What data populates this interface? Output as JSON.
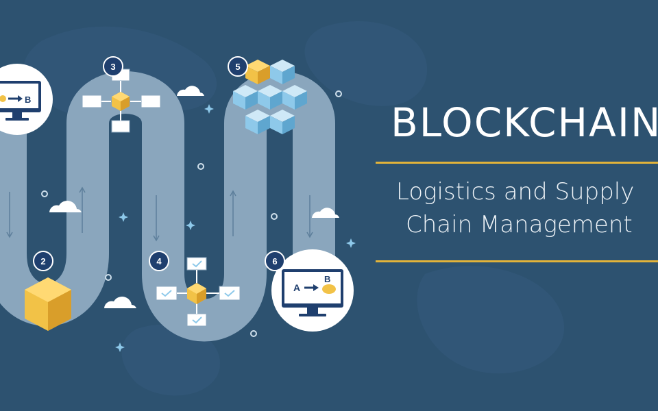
{
  "headline": {
    "title": "BLOCKCHAIN",
    "subtitle_line1": "Logistics and  Supply",
    "subtitle_line2": "Chain Management"
  },
  "steps": [
    {
      "number": "2",
      "kind": "single-block"
    },
    {
      "number": "3",
      "kind": "network-node"
    },
    {
      "number": "4",
      "kind": "network-node-verified"
    },
    {
      "number": "5",
      "kind": "block-cluster"
    },
    {
      "number": "6",
      "kind": "transfer-monitor"
    }
  ],
  "monitor_labels": {
    "from": "A",
    "to": "B"
  },
  "colors": {
    "background": "#2d5270",
    "road": "#8aa6bd",
    "accent_line": "#e2b33a",
    "block_gold": "#f2c247",
    "block_blue": "#8ec9ea",
    "badge": "#1f3f6e"
  }
}
